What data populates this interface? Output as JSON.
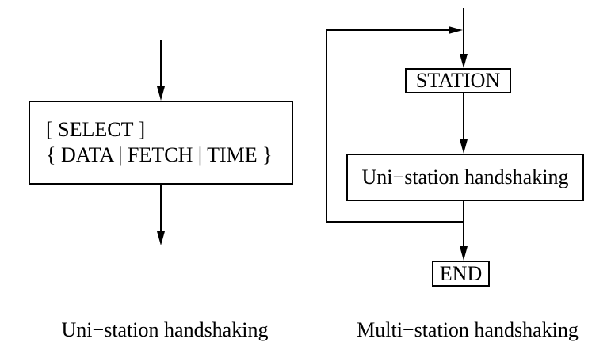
{
  "colors": {
    "stroke": "#000000",
    "background": "#ffffff"
  },
  "uni_diagram": {
    "select_box": {
      "line1": "[ SELECT ]",
      "line2": "{ DATA | FETCH | TIME }"
    },
    "caption": "Uni−station handshaking"
  },
  "multi_diagram": {
    "station_box_label": "STATION",
    "process_box_label": "Uni−station handshaking",
    "end_box_label": "END",
    "caption": "Multi−station handshaking"
  }
}
